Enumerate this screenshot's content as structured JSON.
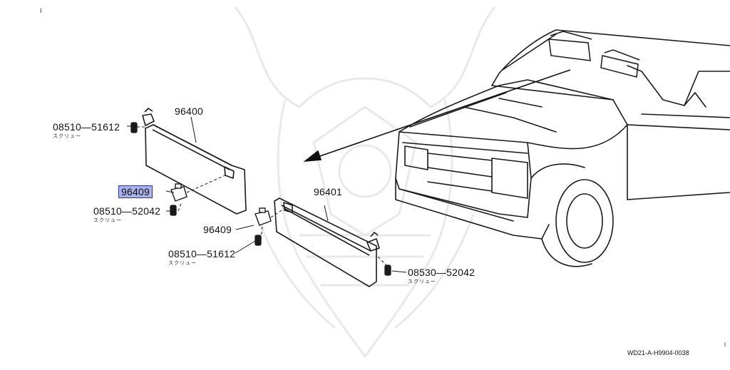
{
  "parts": {
    "visor_left": "96400",
    "visor_right": "96401",
    "holder_left": "96409",
    "holder_right": "96409",
    "screw_top_left": "08510—51612",
    "screw_top_left_sub": "スクリュー",
    "screw_mid_left": "08510—52042",
    "screw_mid_left_sub": "スクリュー",
    "screw_center": "08510—51612",
    "screw_center_sub": "スクリュー",
    "screw_right": "08530—52042",
    "screw_right_sub": "スクリュー"
  },
  "highlight_color": "#aab2e6",
  "ref_code": "WD21-A-H9904-0038",
  "corner_marks": {
    "top_left": "I",
    "bottom_right": "i"
  }
}
